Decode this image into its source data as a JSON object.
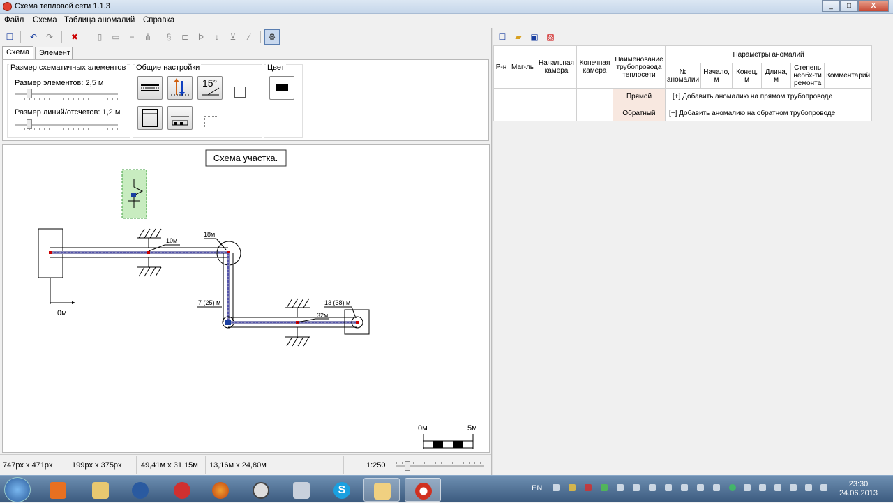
{
  "window": {
    "title": "Схема тепловой сети 1.1.3",
    "min": "_",
    "max": "□",
    "close": "X"
  },
  "menu": [
    "Файл",
    "Схема",
    "Таблица аномалий",
    "Справка"
  ],
  "tabs": [
    "Схема",
    "Элемент"
  ],
  "settings": {
    "group_sizes": "Размер схематичных элементов",
    "elem_size": "Размер элементов:  2,5 м",
    "line_size": "Размер линий/отсчетов:  1,2 м",
    "group_general": "Общие настройки",
    "group_color": "Цвет",
    "angle_label": "15°",
    "elem_size_level": 0.12,
    "line_size_level": 0.12,
    "color": "#000000"
  },
  "scheme": {
    "title": "Схема участка.",
    "dims": [
      "10м",
      "18м",
      "7 (25) м",
      "13 (38) м",
      "32м"
    ],
    "origin": "0м",
    "scale_start": "0м",
    "scale_end": "5м"
  },
  "status": {
    "canvas_px": "747px x 471px",
    "sel_px": "199px x 375px",
    "size_m": "49,41м x 31,15м",
    "sel_m": "13,16м x 24,80м",
    "scale": "1:250",
    "zoom_level": 0.1
  },
  "table": {
    "h_rn": "Р-н",
    "h_mag": "Маг-ль",
    "h_start": "Начальная камера",
    "h_end": "Конечная камера",
    "h_pipe": "Наименование трубопровода теплосети",
    "h_params": "Параметры аномалий",
    "h_num": "№ аномалии",
    "h_begin": "Начало, м",
    "h_finish": "Конец, м",
    "h_len": "Длина, м",
    "h_degree": "Степень необх-ти ремонта",
    "h_comment": "Комментарий",
    "row_direct": "Прямой",
    "row_reverse": "Обратный",
    "add_direct": "[+] Добавить аномалию на прямом трубопроводе",
    "add_reverse": "[+] Добавить аномалию на обратном трубопроводе"
  },
  "taskbar": {
    "lang": "EN",
    "time": "23:30",
    "date": "24.06.2013"
  }
}
